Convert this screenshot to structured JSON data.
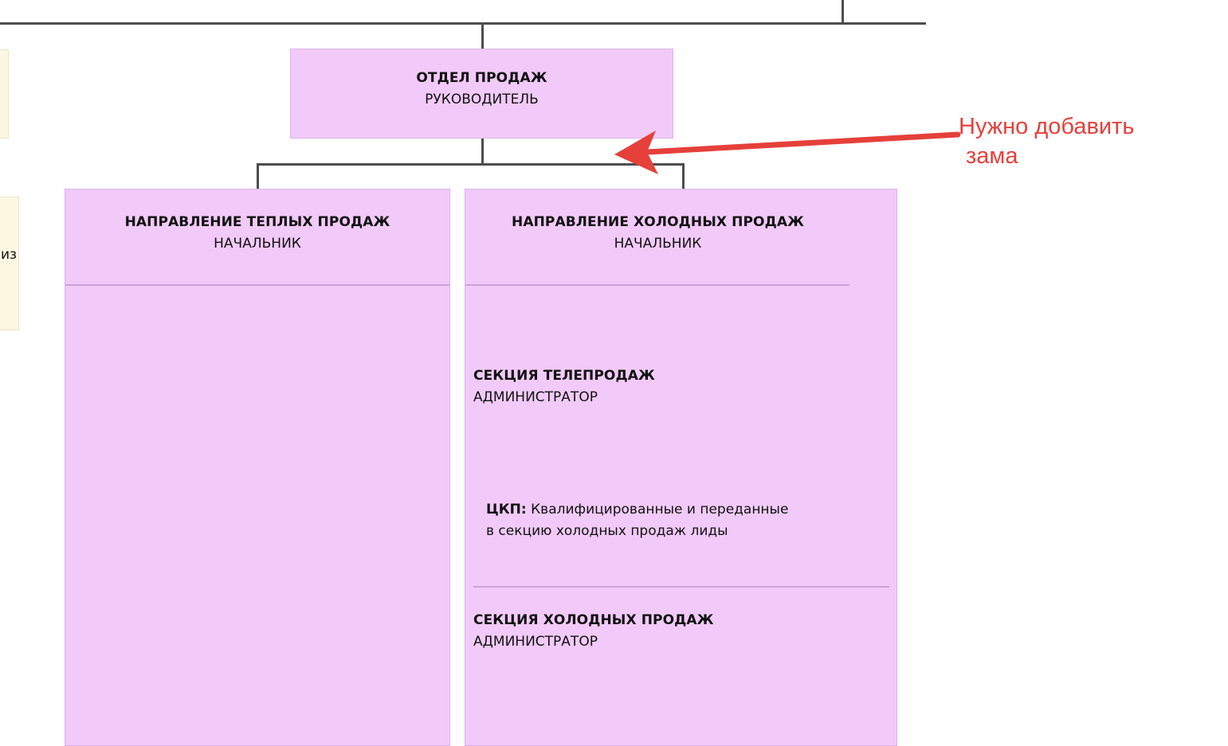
{
  "diagram": {
    "type": "org-chart",
    "colors": {
      "node_fill": "#f2caf9",
      "node_border": "#dcb2ea",
      "side_node_fill": "#fdf6e1",
      "connector": "#4d4d4d",
      "annotation": "#e5403a"
    },
    "left_partial_node": {
      "text_fragment": "из"
    },
    "sales_department": {
      "title": "ОТДЕЛ ПРОДАЖ",
      "role": "РУКОВОДИТЕЛЬ"
    },
    "warm_sales": {
      "title": "НАПРАВЛЕНИЕ ТЕПЛЫХ ПРОДАЖ",
      "role": "НАЧАЛЬНИК"
    },
    "cold_sales": {
      "title": "НАПРАВЛЕНИЕ ХОЛОДНЫХ ПРОДАЖ",
      "role": "НАЧАЛЬНИК",
      "sections": [
        {
          "title": "СЕКЦИЯ ТЕЛЕПРОДАЖ",
          "role": "АДМИНИСТРАТОР",
          "ckp_label": "ЦКП:",
          "ckp_text_line1": "Квалифицированные и переданные",
          "ckp_text_line2": "в секцию холодных продаж лиды"
        },
        {
          "title": "СЕКЦИЯ ХОЛОДНЫХ ПРОДАЖ",
          "role": "АДМИНИСТРАТОР"
        }
      ]
    },
    "annotation": {
      "line1": "Нужно добавить",
      "line2": "зама",
      "icon": "red-arrow"
    }
  }
}
